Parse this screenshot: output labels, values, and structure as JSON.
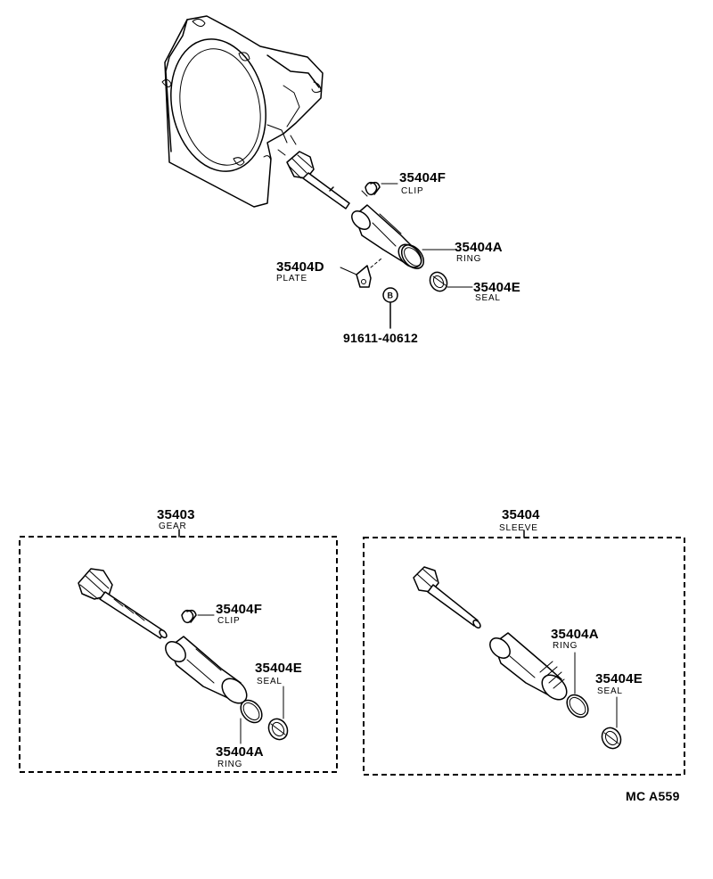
{
  "top_assembly": {
    "clip_number": "35404F",
    "clip_name": "CLIP",
    "ring_number": "35404A",
    "ring_name": "RING",
    "plate_number": "35404D",
    "plate_name": "PLATE",
    "seal_number": "35404E",
    "seal_name": "SEAL",
    "bolt_marker": "B",
    "bolt_number": "91611-40612"
  },
  "gear_kit": {
    "number": "35403",
    "name": "GEAR",
    "clip_number": "35404F",
    "clip_name": "CLIP",
    "seal_number": "35404E",
    "seal_name": "SEAL",
    "ring_number": "35404A",
    "ring_name": "RING"
  },
  "sleeve_kit": {
    "number": "35404",
    "name": "SLEEVE",
    "ring_number": "35404A",
    "ring_name": "RING",
    "seal_number": "35404E",
    "seal_name": "SEAL"
  },
  "diagram_code": "MC A559",
  "icons": {
    "housing": "transmission-housing-icon",
    "gear": "driven-gear-icon",
    "sleeve": "sleeve-icon",
    "clip": "clip-icon",
    "ring": "o-ring-icon",
    "seal": "oil-seal-icon",
    "plate": "lock-plate-icon",
    "bolt": "bolt-marker-icon"
  }
}
